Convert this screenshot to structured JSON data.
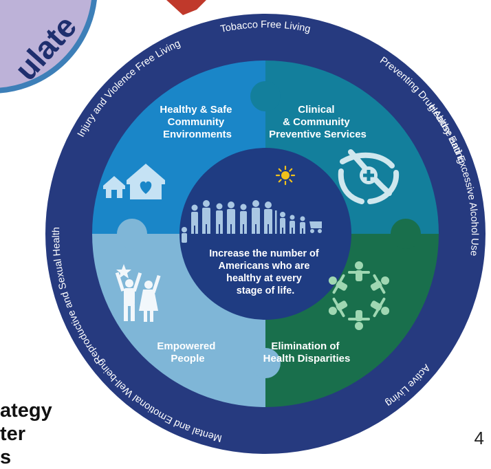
{
  "corner_badge": {
    "text": "ulate"
  },
  "diagram": {
    "center_text_lines": [
      "Increase the number of",
      "Americans who are",
      "healthy at every",
      "stage of life."
    ],
    "quadrants": [
      {
        "lines": [
          "Healthy & Safe",
          "Community",
          "Environments"
        ],
        "color": "#1a86c8"
      },
      {
        "lines": [
          "Clinical",
          "& Community",
          "Preventive Services"
        ],
        "color": "#137f9c"
      },
      {
        "lines": [
          "Empowered",
          "People"
        ],
        "color": "#7fb6d7"
      },
      {
        "lines": [
          "Elimination of",
          "Health Disparities"
        ],
        "color": "#196f4c"
      }
    ],
    "ring_labels": [
      "Tobacco Free Living",
      "Preventing Drug Abuse and Excessive Alcohol Use",
      "Healthy Eating",
      "Active Living",
      "Mental and Emotional Well-being",
      "Reproductive and Sexual Health",
      "Injury and Violence Free Living"
    ],
    "colors": {
      "ring": "#263a7f",
      "center": "#1f3c82",
      "sun": "#f2c21b"
    }
  },
  "slide_text_lines": [
    "ategy",
    "ter",
    "s"
  ],
  "page_number": "4"
}
